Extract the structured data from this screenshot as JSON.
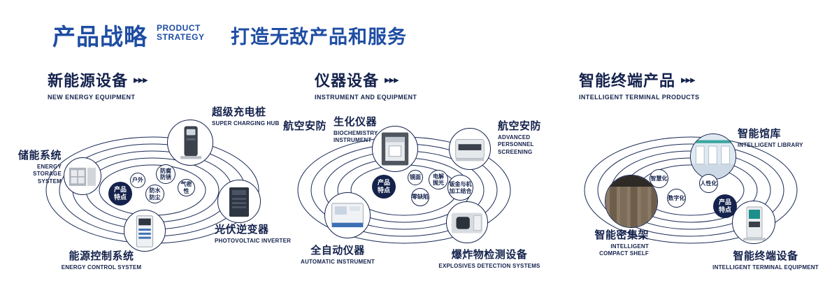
{
  "header": {
    "title": "产品战略",
    "subtitle_line1": "PRODUCT",
    "subtitle_line2": "STRATEGY",
    "slogan": "打造无敌产品和服务"
  },
  "icons": {
    "triple_arrow": "▸▸▸"
  },
  "sections": [
    {
      "title": "新能源设备",
      "subtitle": "NEW ENERGY EQUIPMENT",
      "center_label": "产品特点",
      "features": [
        "户外",
        "防腐防锈",
        "气密性",
        "防水防尘"
      ],
      "items": [
        {
          "label": "超级充电桩",
          "label_en": "SUPER CHARGING HUB"
        },
        {
          "label": "储能系统",
          "label_en": "ENERGY STORAGE SYSTEM"
        },
        {
          "label": "光伏逆变器",
          "label_en": "PHOTOVOLTAIC INVERTER"
        },
        {
          "label": "能源控制系统",
          "label_en": "ENERGY CONTROL SYSTEM"
        }
      ]
    },
    {
      "title": "仪器设备",
      "subtitle": "INSTRUMENT AND EQUIPMENT",
      "center_label": "产品特点",
      "side_label": "航空安防",
      "features": [
        "镜面",
        "电解抛光",
        "零缺陷",
        "钣金与机加工结合"
      ],
      "items": [
        {
          "label": "生化仪器",
          "label_en": "BIOCHEMISTRY INSTRUMENT"
        },
        {
          "label": "航空安防",
          "label_en": "ADVANCED PERSONNEL SCREENING"
        },
        {
          "label": "全自动仪器",
          "label_en": "AUTOMATIC INSTRUMENT"
        },
        {
          "label": "爆炸物检测设备",
          "label_en": "EXPLOSIVES DETECTION SYSTEMS"
        }
      ]
    },
    {
      "title": "智能终端产品",
      "subtitle": "INTELLIGENT TERMINAL PRODUCTS",
      "center_label": "产品特点",
      "features": [
        "智慧化",
        "人性化",
        "数字化"
      ],
      "items": [
        {
          "label": "智能馆库",
          "label_en": "INTELLIGENT LIBRARY"
        },
        {
          "label": "智能密集架",
          "label_en": "INTELLIGENT COMPACT SHELF"
        },
        {
          "label": "智能终端设备",
          "label_en": "INTELLIGENT TERMINAL EQUIPMENT"
        }
      ]
    }
  ]
}
